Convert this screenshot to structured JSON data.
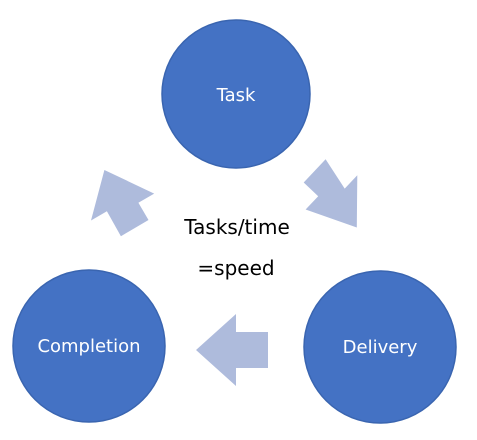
{
  "diagram": {
    "nodes": {
      "task": {
        "label": "Task"
      },
      "delivery": {
        "label": "Delivery"
      },
      "completion": {
        "label": "Completion"
      }
    },
    "center": {
      "line1": "Tasks/time",
      "line2": "=speed"
    }
  },
  "colors": {
    "node_fill": "#4472c4",
    "node_stroke": "#3a65b0",
    "arrow_fill": "#aebbdc",
    "text_on_node": "#ffffff",
    "center_text": "#000000"
  }
}
